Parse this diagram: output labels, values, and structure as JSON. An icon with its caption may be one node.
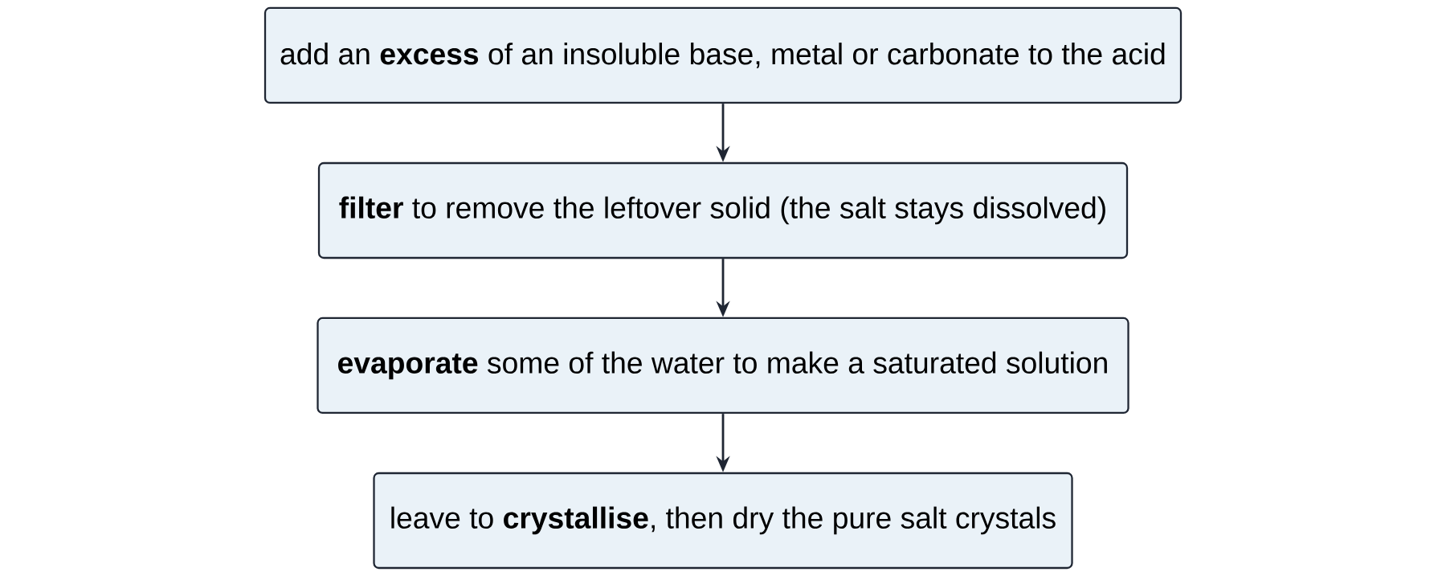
{
  "diagram": {
    "nodes": [
      {
        "text": [
          "add an **excess** of an insoluble base, metal or carbonate to the acid"
        ]
      },
      {
        "text": [
          "**filter** to remove the leftover solid (the salt stays dissolved)"
        ]
      },
      {
        "text": [
          "**evaporate** some of the water to make a saturated solution"
        ]
      },
      {
        "text": [
          "leave to **crystallise**, then dry the pure salt crystals"
        ]
      }
    ],
    "edges": [
      {
        "from": 0,
        "to": 1,
        "arrow": "to"
      },
      {
        "from": 1,
        "to": 2,
        "arrow": "to"
      },
      {
        "from": 2,
        "to": 3,
        "arrow": "to"
      }
    ]
  }
}
